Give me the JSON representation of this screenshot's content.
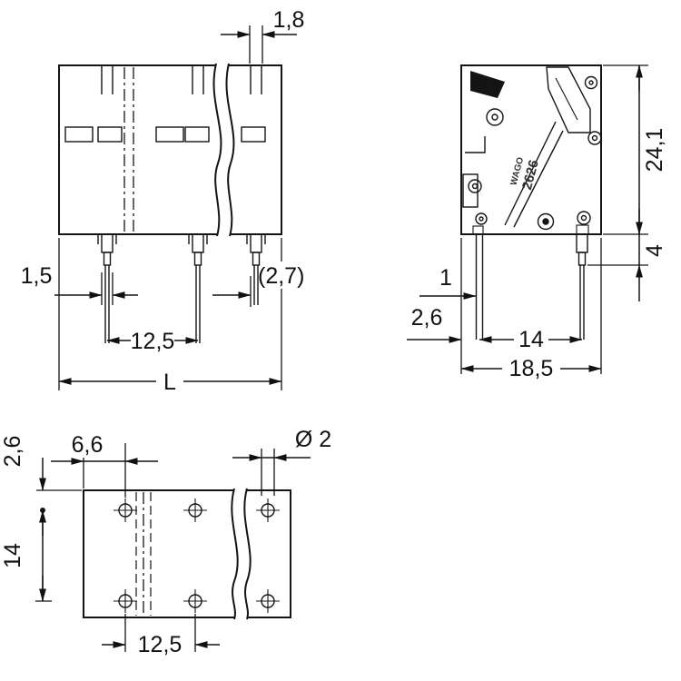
{
  "colors": {
    "body": "#d6d9d8",
    "slot": "#eceeed",
    "pin": "#c8702e",
    "line": "#141414"
  },
  "front_view": {
    "dim_top_pin_width": "1,8",
    "dim_pin_width": "1,5",
    "dim_pole_pitch": "12,5",
    "dim_total_length": "L",
    "dim_end_offset": "(2,7)"
  },
  "side_view": {
    "brand": "WAGO",
    "series": "2626",
    "dim_housing_height": "24,1",
    "dim_pin_length": "4",
    "dim_pin_width": "1",
    "dim_pin_edge_offset": "2,6",
    "dim_pin_spacing": "14",
    "dim_housing_depth": "18,5"
  },
  "bottom_view": {
    "dim_hole_edge_offset": "2,6",
    "dim_first_hole_offset": "6,6",
    "dim_hole_diameter": "Ø 2",
    "dim_row_spacing": "14",
    "dim_hole_pitch": "12,5"
  }
}
